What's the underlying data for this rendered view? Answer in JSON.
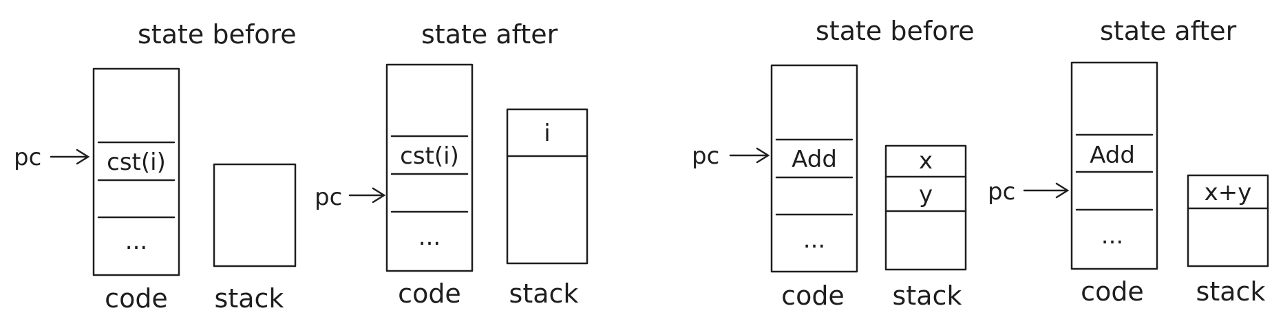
{
  "colors": {
    "ink": "#1e1e1e",
    "background": "#ffffff"
  },
  "left": {
    "before": {
      "title": "state before",
      "pc": "pc",
      "code_cells": [
        "cst(i)",
        "..."
      ],
      "code_label": "code",
      "stack_label": "stack"
    },
    "after": {
      "title": "state after",
      "pc": "pc",
      "code_cells": [
        "cst(i)",
        "..."
      ],
      "stack_cells": [
        "i"
      ],
      "code_label": "code",
      "stack_label": "stack"
    }
  },
  "right": {
    "before": {
      "title": "state before",
      "pc": "pc",
      "code_cells": [
        "Add",
        "..."
      ],
      "stack_cells": [
        "x",
        "y"
      ],
      "code_label": "code",
      "stack_label": "stack"
    },
    "after": {
      "title": "state after",
      "pc": "pc",
      "code_cells": [
        "Add",
        "..."
      ],
      "stack_cells": [
        "x+y"
      ],
      "code_label": "code",
      "stack_label": "stack"
    }
  }
}
